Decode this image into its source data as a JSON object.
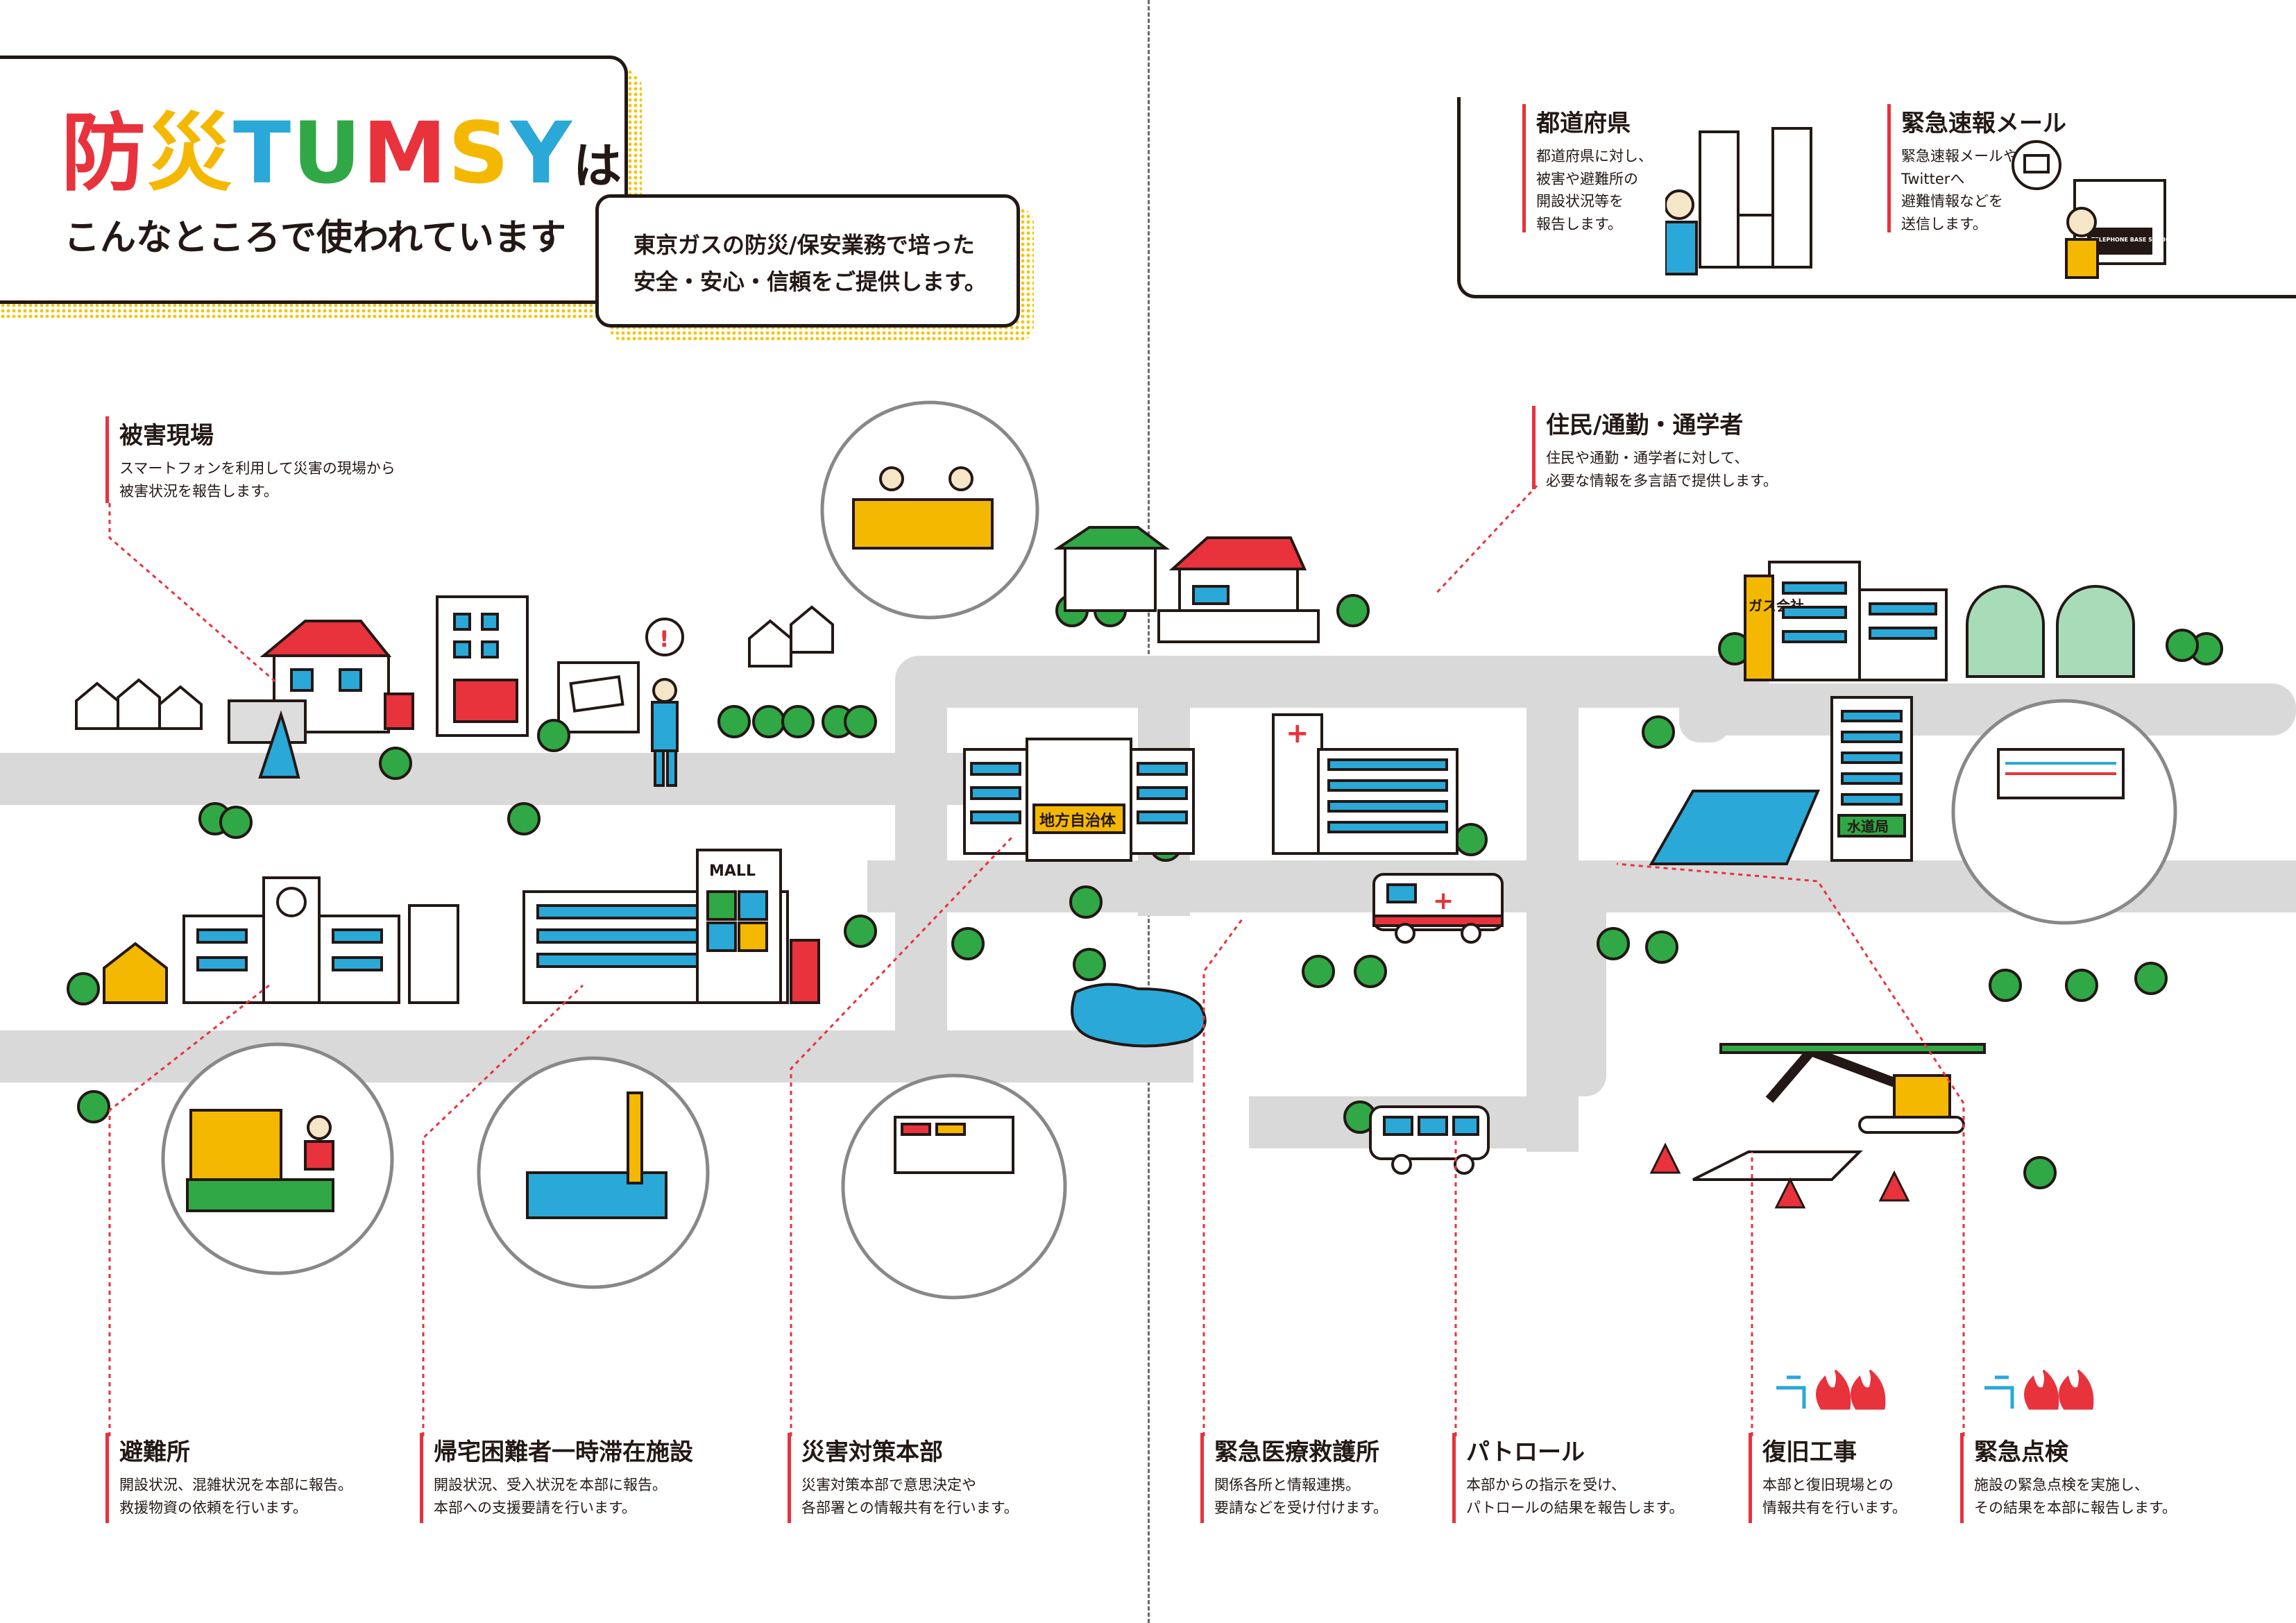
{
  "title": {
    "logo_parts": [
      {
        "text": "防",
        "color": "#e8323c"
      },
      {
        "text": "災",
        "color": "#f5b800"
      },
      {
        "text": "T",
        "color": "#2aa8d8"
      },
      {
        "text": "U",
        "color": "#30a845"
      },
      {
        "text": "M",
        "color": "#e8323c"
      },
      {
        "text": "S",
        "color": "#f5b800"
      },
      {
        "text": "Y",
        "color": "#2aa8d8"
      }
    ],
    "logo_suffix": "は",
    "subtitle": "こんなところで使われています"
  },
  "tagline": {
    "line1": "東京ガスの防災/保安業務で培った",
    "line2": "安全・安心・信頼をご提供します。"
  },
  "building_signs": {
    "mall": "MALL",
    "city_hall": "地方自治体",
    "gas_company": "ガス会社",
    "water_bureau": "水道局",
    "telephone_station": "TELEPHONE BASE STATION"
  },
  "labels": {
    "todofuken": {
      "title": "都道府県",
      "lines": [
        "都道府県に対し、",
        "被害や避難所の",
        "開設状況等を",
        "報告します。"
      ]
    },
    "kinkyu_mail": {
      "title": "緊急速報メール",
      "lines": [
        "緊急速報メールや",
        "Twitterへ",
        "避難情報などを",
        "送信します。"
      ]
    },
    "higai_genba": {
      "title": "被害現場",
      "lines": [
        "スマートフォンを利用して災害の現場から",
        "被害状況を報告します。"
      ]
    },
    "jumin": {
      "title": "住民/通勤・通学者",
      "lines": [
        "住民や通勤・通学者に対して、",
        "必要な情報を多言語で提供します。"
      ]
    },
    "hinanjo": {
      "title": "避難所",
      "lines": [
        "開設状況、混雑状況を本部に報告。",
        "救援物資の依頼を行います。"
      ]
    },
    "kitaku": {
      "title": "帰宅困難者一時滞在施設",
      "lines": [
        "開設状況、受入状況を本部に報告。",
        "本部への支援要請を行います。"
      ]
    },
    "saigai_honbu": {
      "title": "災害対策本部",
      "lines": [
        "災害対策本部で意思決定や",
        "各部署との情報共有を行います。"
      ]
    },
    "kinkyu_iryo": {
      "title": "緊急医療救護所",
      "lines": [
        "関係各所と情報連携。",
        "要請などを受け付けます。"
      ]
    },
    "patrol": {
      "title": "パトロール",
      "lines": [
        "本部からの指示を受け、",
        "パトロールの結果を報告します。"
      ]
    },
    "fukkyu": {
      "title": "復旧工事",
      "lines": [
        "本部と復旧現場との",
        "情報共有を行います。"
      ]
    },
    "kinkyu_tenken": {
      "title": "緊急点検",
      "lines": [
        "施設の緊急点検を実施し、",
        "その結果を本部に報告します。"
      ]
    }
  },
  "colors": {
    "red": "#e8323c",
    "yellow": "#f5b800",
    "blue": "#2aa8d8",
    "green": "#30a845",
    "road": "#d9d9d9",
    "ink": "#231815"
  }
}
